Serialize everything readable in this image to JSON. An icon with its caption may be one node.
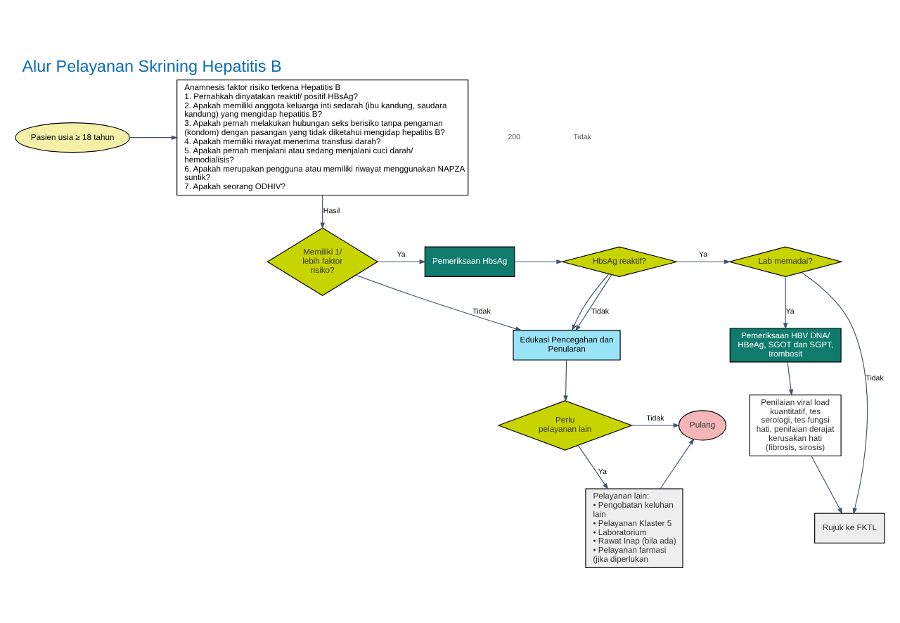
{
  "diagram": {
    "title": "Alur Pelayanan Skrining Hepatitis B",
    "nodes": [
      {
        "text": [
          "Pasien usia ≥ 18 tahun"
        ]
      },
      {
        "text": [
          "Anamnesis faktor risiko terkena Hepatitis B",
          "1. Pernahkah dinyatakan reaktif/ positif HBsAg?",
          "2. Apakah memiliki anggota keluarga inti sedarah (ibu kandung, saudara kandung) yang mengidap hepatitis B?",
          "3. Apakah pernah melakukan hubungan seks berisiko tanpa pengaman (kondom) dengan pasangan yang tidak diketahui mengidap hepatitis B?",
          "4. Apakah memiliki riwayat menerima transfusi darah?",
          "5. Apakah pernah menjalani atau sedang menjalani cuci darah/ hemodialisis?",
          "6. Apakah merupakan pengguna atau memiliki riwayat menggunakan NAPZA suntik?",
          "7. Apakah seorang ODHIV?"
        ]
      },
      {
        "text": [
          "Memiliki 1/ lebih faktor risiko?"
        ]
      },
      {
        "text": [
          "Pemeriksaan HbsAg"
        ]
      },
      {
        "text": [
          "HbsAg reaktif?"
        ]
      },
      {
        "text": [
          "Lab memadai?"
        ]
      },
      {
        "text": [
          "Pemeriksaan HBV DNA/ HBeAg, SGOT dan SGPT, trombosit"
        ]
      },
      {
        "text": [
          "Penilaian viral load kuantitatif, tes serologi, tes fungsi hati, penilaian derajat kerusakan hati (fibrosis, sirosis)"
        ]
      },
      {
        "text": [
          "Rujuk ke FKTL"
        ]
      },
      {
        "text": [
          "Edukasi Pencegahan dan Penularan"
        ]
      },
      {
        "text": [
          "Pelayanan lain:",
          "• Pengobatan keluhan lain",
          "• Pelayanan Klaster 5",
          "• Laboratorium",
          "• Rawat Inap (bila ada)",
          "• Pelayanan farmasi (jika diperlukan"
        ]
      },
      {
        "text": [
          "Perlu pelayanan lain"
        ]
      },
      {
        "text": [
          "Pulang"
        ]
      }
    ],
    "edges": [
      {
        "from": 0,
        "to": 1,
        "arrow": "to"
      },
      {
        "from": 1,
        "to": 2,
        "arrow": "to",
        "label": "Hasil"
      },
      {
        "from": 2,
        "to": 3,
        "arrow": "to",
        "label": "Ya"
      },
      {
        "from": 2,
        "to": 9,
        "arrow": "to",
        "label": "Tidak"
      },
      {
        "from": 3,
        "to": 4,
        "arrow": "to"
      },
      {
        "from": 4,
        "to": 5,
        "arrow": "to",
        "label": "Ya"
      },
      {
        "from": 4,
        "to": 9,
        "arrow": "to"
      },
      {
        "from": 4,
        "to": 9,
        "arrow": "to",
        "label": "Tidak"
      },
      {
        "from": 5,
        "to": 6,
        "arrow": "to",
        "label": "Ya"
      },
      {
        "from": 5,
        "to": 8,
        "arrow": "to",
        "label": "Tidak"
      },
      {
        "from": 6,
        "to": 7,
        "arrow": "to"
      },
      {
        "from": 7,
        "to": 8,
        "arrow": "to"
      },
      {
        "from": 9,
        "to": 11,
        "arrow": "to"
      },
      {
        "from": 11,
        "to": 10,
        "arrow": "to",
        "label": "Ya"
      },
      {
        "from": 11,
        "to": 12,
        "arrow": "to",
        "label": "Tidak"
      },
      {
        "from": 10,
        "to": 12,
        "arrow": "to"
      }
    ],
    "labels": [
      "200",
      "Tidak"
    ]
  }
}
